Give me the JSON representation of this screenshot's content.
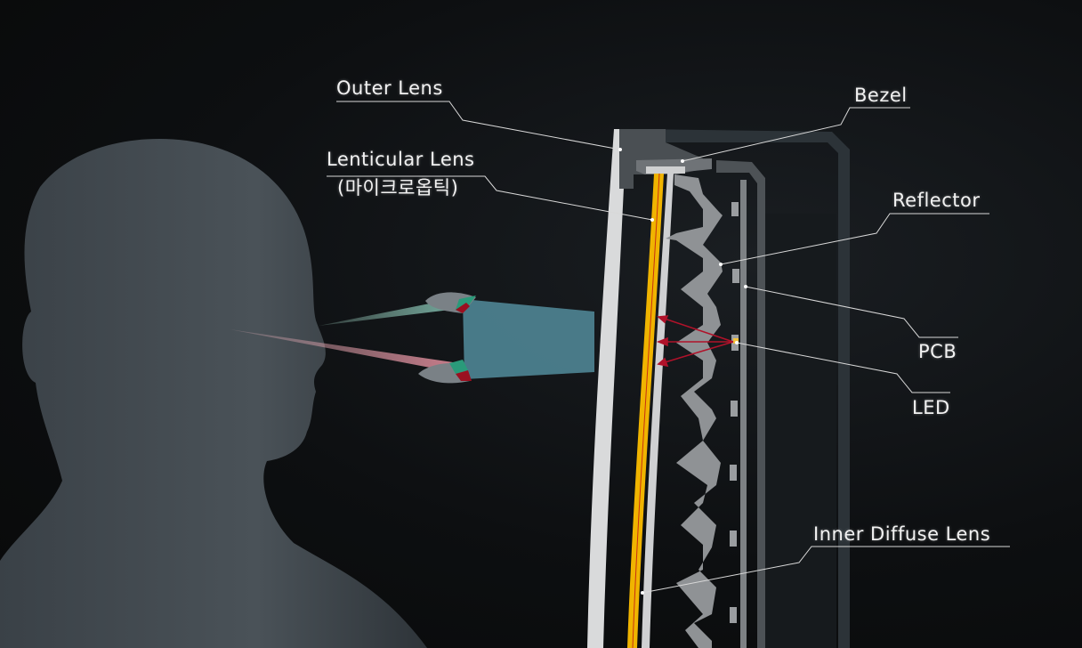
{
  "labels": {
    "outer_lens": "Outer Lens",
    "bezel": "Bezel",
    "lenticular_lens": "Lenticular Lens",
    "lenticular_lens_korean": "(마이크로옵틱)",
    "reflector": "Reflector",
    "pcb": "PCB",
    "led": "LED",
    "inner_diffuse_lens": "Inner Diffuse Lens"
  },
  "colors": {
    "background": "#0b0d0f",
    "lenticular_lens": "#f0b400",
    "light_ray": "#b0122a",
    "light_beam": "#4f8595",
    "component_gray": "#9a9da0",
    "leader_line": "#d8d8d8"
  }
}
